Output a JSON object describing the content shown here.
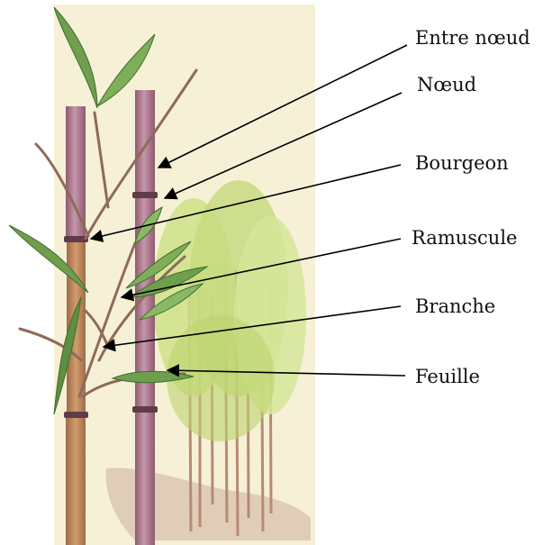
{
  "labels": [
    {
      "text": "Entre nœud"
    },
    {
      "text": "Nœud"
    },
    {
      "text": "Bourgeon"
    },
    {
      "text": "Ramuscule"
    },
    {
      "text": "Branche"
    },
    {
      "text": "Feuille"
    }
  ],
  "colors": {
    "background_panel": "#f6f1d6",
    "culm": "#b27d93",
    "culm_dark": "#8e5a70",
    "node": "#5e3c48",
    "leaf": "#6f9e4f",
    "leaf_dark": "#3f6d2e",
    "grove": "#cfe08a",
    "ground": "#d9c4b0",
    "arrow": "#000000"
  }
}
